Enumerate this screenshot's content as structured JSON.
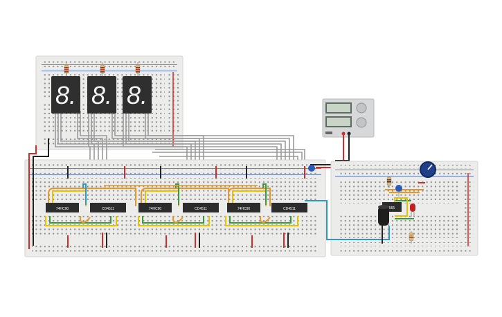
{
  "canvas": {
    "background": "#ffffff"
  },
  "colors": {
    "breadboard": "#ececea",
    "breadboard_edge": "#d3d3d0",
    "rail_red": "#d42a2a",
    "rail_blue": "#2a4ea8",
    "wire_gray": "#9a9a9a",
    "wire_orange": "#e8962a",
    "wire_yellow": "#e6c200",
    "wire_green": "#3a9a3a",
    "wire_cyan": "#2a98c8",
    "wire_red": "#d42a2a",
    "wire_black": "#222222",
    "ic_body": "#2c2c2c",
    "display_body": "#2f2f2f",
    "segment_on": "#f4f4f4",
    "psu_body": "#d6d8da",
    "led_red": "#c21f1f",
    "pot_blue": "#1e3f8a"
  },
  "displays": [
    {
      "value": "8.",
      "icon": "seven-segment-display-icon"
    },
    {
      "value": "8.",
      "icon": "seven-segment-display-icon"
    },
    {
      "value": "8.",
      "icon": "seven-segment-display-icon"
    }
  ],
  "chips": [
    {
      "label": "74HC90"
    },
    {
      "label": "CD4511"
    },
    {
      "label": "74HC90"
    },
    {
      "label": "CD4511"
    },
    {
      "label": "74HC90"
    },
    {
      "label": "CD4511"
    },
    {
      "label": "555"
    }
  ],
  "power_supply": {
    "icon": "power-supply-icon"
  },
  "potentiometer": {
    "icon": "potentiometer-icon"
  },
  "capacitor": {
    "icon": "capacitor-icon"
  },
  "led": {
    "icon": "led-icon"
  }
}
